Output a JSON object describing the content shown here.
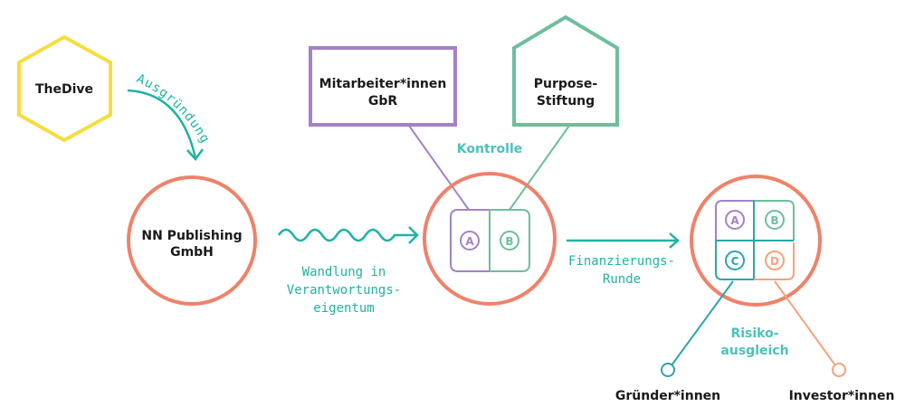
{
  "colors": {
    "yellow": "#f6dd3a",
    "coral": "#ef826a",
    "teal": "#1fb3a3",
    "purple": "#a382c7",
    "green": "#6dbf9c",
    "blue_teal": "#2aa6ad",
    "orange": "#f5a27c",
    "text": "#1a1a1a"
  },
  "nodes": {
    "thedive": "TheDive",
    "nn_publishing": [
      "NN Publishing",
      "GmbH"
    ],
    "mitarbeiter": [
      "Mitarbeiter*innen",
      "GbR"
    ],
    "purpose": [
      "Purpose-",
      "Stiftung"
    ],
    "gruender": "Gründer*innen",
    "investor": "Investor*innen"
  },
  "edges": {
    "ausgruendung": "Ausgründung",
    "wandlung": [
      "Wandlung in",
      "Verantwortungs-",
      "eigentum"
    ],
    "kontrolle": "Kontrolle",
    "finanzierung": [
      "Finanzierungs-",
      "Runde"
    ],
    "risiko": [
      "Risiko-",
      "ausgleich"
    ]
  },
  "shares": {
    "a": "A",
    "b": "B",
    "c": "C",
    "d": "D"
  }
}
